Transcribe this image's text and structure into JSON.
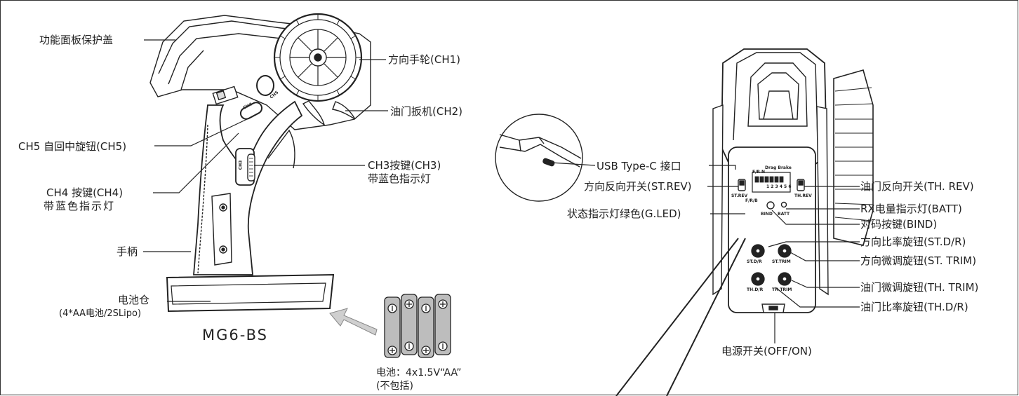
{
  "model_name": "MG6-BS",
  "left_labels": {
    "panel_cover": "功能面板保护盖",
    "steering_wheel": "方向手轮(CH1)",
    "throttle_trigger": "油门扳机(CH2)",
    "ch5_knob": "CH5 自回中旋钮(CH5)",
    "ch3_button_line1": "CH3按键(CH3)",
    "ch3_button_line2": "带蓝色指示灯",
    "ch4_button_line1": "CH4 按键(CH4)",
    "ch4_button_line2": "带蓝色指示灯",
    "handle": "手柄",
    "battery_box_line1": "电池仓",
    "battery_box_line2": "(4*AA电池/2SLipo)",
    "battery_caption_line1": "电池：4x1.5V“AA”",
    "battery_caption_line2": "(不包括)"
  },
  "right_labels": {
    "usb": "USB Type-C 接口",
    "st_rev": "方向反向开关(ST.REV)",
    "th_rev": "油门反向开关(TH. REV)",
    "g_led": "状态指示灯绿色(G.LED)",
    "batt_led": "RX电量指示灯(BATT)",
    "bind": "对码按键(BIND)",
    "st_dr": "方向比率旋钮(ST.D/R)",
    "st_trim": "方向微调旋钮(ST. TRIM)",
    "th_trim": "油门微调旋钮(TH. TRIM)",
    "th_dr": "油门比率旋钮(TH.D/R)",
    "power": "电源开关(OFF/ON)"
  },
  "device_marks": {
    "ch4": "CH4",
    "ch5": "CH5",
    "ch3": "CH3",
    "st_rev": "ST.REV",
    "th_rev": "TH.REV",
    "bind": "BIND",
    "batt": "BATT",
    "st_dr": "ST.D/R",
    "st_trim": "ST.TRIM",
    "th_dr": "TH.D/R",
    "th_trim": "TH.TRIM",
    "drag_brake": "Drag Brake",
    "fr_n": "F/R N",
    "fr_b": "F/R/B",
    "dip_numbers": "1 2 3 4 5 6"
  },
  "colors": {
    "line": "#222222",
    "fill_light": "#ffffff",
    "fill_gray": "#bdbdbd",
    "arrow_gray": "#cfcfcf"
  }
}
